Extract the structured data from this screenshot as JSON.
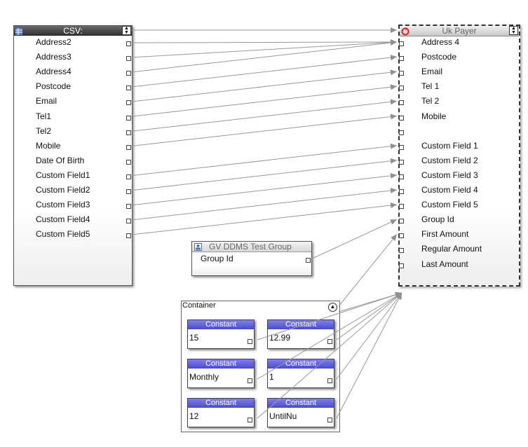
{
  "csv_node": {
    "title": "CSV:",
    "fields": [
      "Address2",
      "Address3",
      "Address4",
      "Postcode",
      "Email",
      "Tel1",
      "Tel2",
      "Mobile",
      "Date Of Birth",
      "Custom Field1",
      "Custom Field2",
      "Custom Field3",
      "Custom Field4",
      "Custom Field5"
    ]
  },
  "ukpayer_node": {
    "title": "Uk Payer",
    "fields": [
      "Address 4",
      "Postcode",
      "Email",
      "Tel 1",
      "Tel 2",
      "Mobile",
      "",
      "Custom Field 1",
      "Custom Field 2",
      "Custom Field 3",
      "Custom Field 4",
      "Custom Field 5",
      "Group Id",
      "First Amount",
      "Regular Amount",
      "Last Amount"
    ]
  },
  "group_node": {
    "title": "GV DDMS Test Group",
    "field": "Group Id"
  },
  "container": {
    "title": "Container",
    "constants": [
      {
        "label": "Constant",
        "value": "15"
      },
      {
        "label": "Constant",
        "value": "12.99"
      },
      {
        "label": "Constant",
        "value": "Monthly"
      },
      {
        "label": "Constant",
        "value": "1"
      },
      {
        "label": "Constant",
        "value": "12"
      },
      {
        "label": "Constant",
        "value": "UntilNu"
      }
    ]
  },
  "colors": {
    "wire": "#999999",
    "constant_header": "#5a5ad8",
    "payer_icon": "#e02020"
  }
}
